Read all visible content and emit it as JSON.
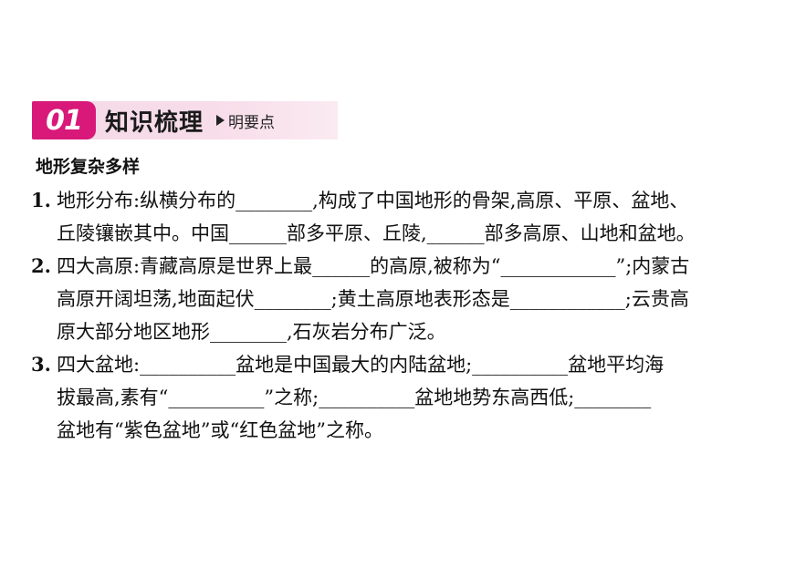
{
  "banner": {
    "number": "01",
    "title": "知识梳理",
    "subtitle": "明要点"
  },
  "heading": "地形复杂多样",
  "items": [
    {
      "num": "1.",
      "lines": [
        "地形分布:纵横分布的________,构成了中国地形的骨架,高原、平原、盆地、",
        "丘陵镶嵌其中。中国______部多平原、丘陵,______部多高原、山地和盆地。"
      ]
    },
    {
      "num": "2.",
      "lines": [
        "四大高原:青藏高原是世界上最______的高原,被称为“____________”;内蒙古",
        "高原开阔坦荡,地面起伏________;黄土高原地表形态是____________;云贵高",
        "原大部分地区地形________,石灰岩分布广泛。"
      ]
    },
    {
      "num": "3.",
      "lines": [
        "四大盆地:__________盆地是中国最大的内陆盆地;__________盆地平均海",
        "拔最高,素有“__________”之称;__________盆地地势东高西低;________",
        "盆地有“紫色盆地”或“红色盆地”之称。"
      ]
    }
  ]
}
